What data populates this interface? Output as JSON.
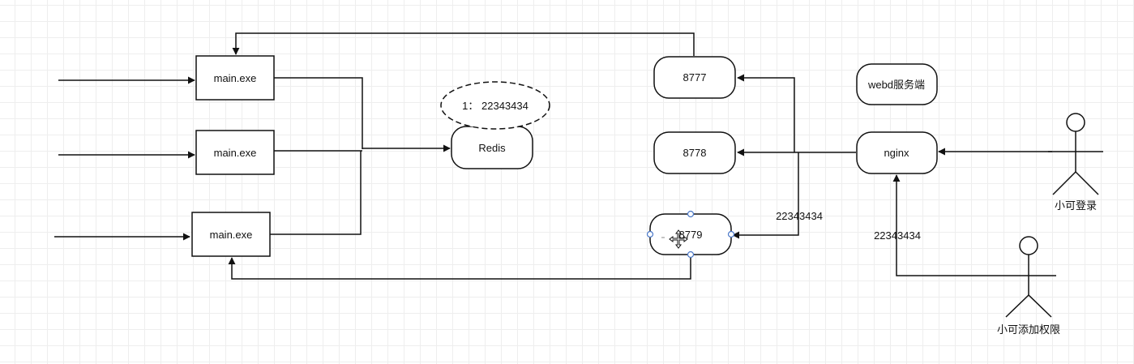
{
  "nodes": {
    "main_exe_1": "main.exe",
    "main_exe_2": "main.exe",
    "main_exe_3": "main.exe",
    "redis_key": "1：  22343434",
    "redis": "Redis",
    "port_8777": "8777",
    "port_8778": "8778",
    "port_8779": "8779",
    "webd": "webd服务端",
    "nginx": "nginx"
  },
  "actors": {
    "login_user": "小可登录",
    "admin_user": "小可添加权限"
  },
  "edge_labels": {
    "to_8779": "22343434",
    "admin_to_nginx": "22343434"
  },
  "colors": {
    "line": "#111111",
    "selection_handle": "#4a78c8",
    "grid": "#eeeeee"
  }
}
